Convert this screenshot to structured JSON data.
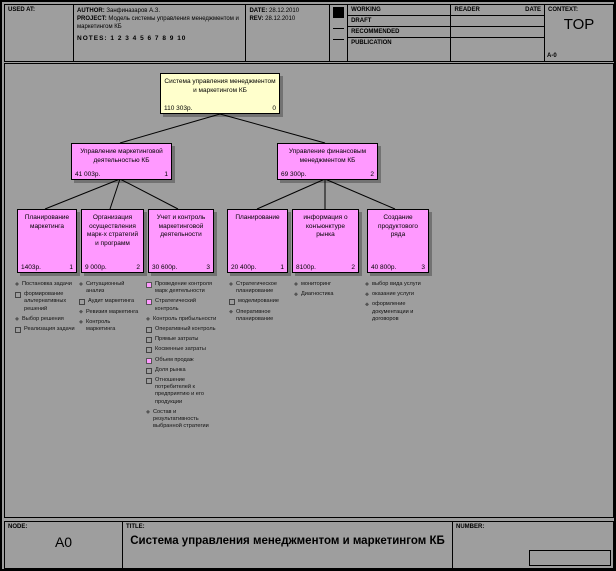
{
  "header": {
    "used_at_label": "USED AT:",
    "author_label": "AUTHOR:",
    "author_value": "Занфиназаров А.З.",
    "project_label": "PROJECT:",
    "project_value": "Модель системы управления менеджментом и маркетингом КБ",
    "notes_label": "NOTES:",
    "notes_value": "1  2  3  4  5  6  7  8  9  10",
    "date_label": "DATE:",
    "date_value": "28.12.2010",
    "rev_label": "REV:",
    "rev_value": "28.12.2010",
    "status": [
      "WORKING",
      "DRAFT",
      "RECOMMENDED",
      "PUBLICATION"
    ],
    "reader_label": "READER",
    "reader_date_label": "DATE",
    "context_label": "CONTEXT:",
    "context_value": "TOP",
    "context_code": "A-0"
  },
  "footer": {
    "node_label": "NODE:",
    "node_value": "A0",
    "title_label": "TITLE:",
    "title_value": "Система управления  менеджментом и маркетингом КБ",
    "number_label": "NUMBER:"
  },
  "nodes": {
    "root": {
      "title": "Система управления менеджментом и маркетингом КБ",
      "cost": "110 303р.",
      "num": "0"
    },
    "mid": [
      {
        "title": "Управление маркетинговой деятельностью КБ",
        "cost": "41 003р.",
        "num": "1"
      },
      {
        "title": "Управление финансовым менеджментом КБ",
        "cost": "69 300р.",
        "num": "2"
      }
    ],
    "leaves": [
      {
        "title": "Планирование маркетинга",
        "cost": "1403р.",
        "num": "1"
      },
      {
        "title": "Организация осуществления марк-х стратегий и программ",
        "cost": "9 000р.",
        "num": "2"
      },
      {
        "title": "Учет и контроль маркетинговой деятельности",
        "cost": "30 600р.",
        "num": "3"
      },
      {
        "title": "Планирование",
        "cost": "20 400р.",
        "num": "1"
      },
      {
        "title": "информация о конъюнктуре рынка",
        "cost": "8100р.",
        "num": "2"
      },
      {
        "title": "Создание продуктового ряда",
        "cost": "40 800р.",
        "num": "3"
      }
    ]
  },
  "lists": [
    {
      "items": [
        "Постановка задачи",
        "формирование альтернативных решений",
        "Выбор решения",
        "Реализация задачи"
      ]
    },
    {
      "items": [
        "Ситуационный анализ",
        "Аудит маркетинга",
        "Ревизия маркетинга",
        "Контроль маркетинга"
      ]
    },
    {
      "items": [
        "Проведение контроля марк деятельности",
        "Стратегический контроль",
        "Контроль прибыльности",
        "Оперативный контроль",
        "Прямые затраты",
        "Косвенные затраты",
        "Объем продаж",
        "Доля рынка",
        "Отношение потребителей к предприятию  и его продукции",
        "Состав и результативность выбранной стратегии"
      ]
    },
    {
      "items": [
        "Стратегическое планирование",
        "моделирование",
        "Оперативное планирование"
      ]
    },
    {
      "items": [
        "мониторинг",
        "Диагностика"
      ]
    },
    {
      "items": [
        "выбор вида услуги",
        "оказание услуги",
        "оформление документации  и договоров"
      ]
    }
  ],
  "colors": {
    "page_bg": "#9e9e9e",
    "root_box": "#ffffcc",
    "process_box": "#ff99ff",
    "line": "#000000"
  }
}
